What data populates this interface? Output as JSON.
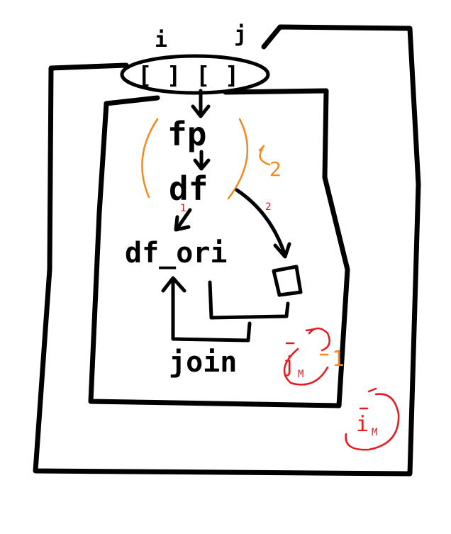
{
  "colors": {
    "ink": "#000000",
    "orange": "#f5891f",
    "red": "#e8191f",
    "background": "#ffffff"
  },
  "diagram": {
    "index_labels": [
      "i",
      "j"
    ],
    "index_brackets": "[ ] [ ]",
    "nodes": {
      "fp": "fp",
      "df": "df",
      "df_ori": "df_ori",
      "join": "join"
    },
    "edge_labels": {
      "df_to_df_ori": "1",
      "df_to_box": "2"
    },
    "annotations": {
      "orange_loop": "2",
      "orange_mark": "1",
      "inner_loop_var": "j",
      "inner_loop_sub": "M",
      "outer_loop_var": "i",
      "outer_loop_sub": "M"
    }
  }
}
